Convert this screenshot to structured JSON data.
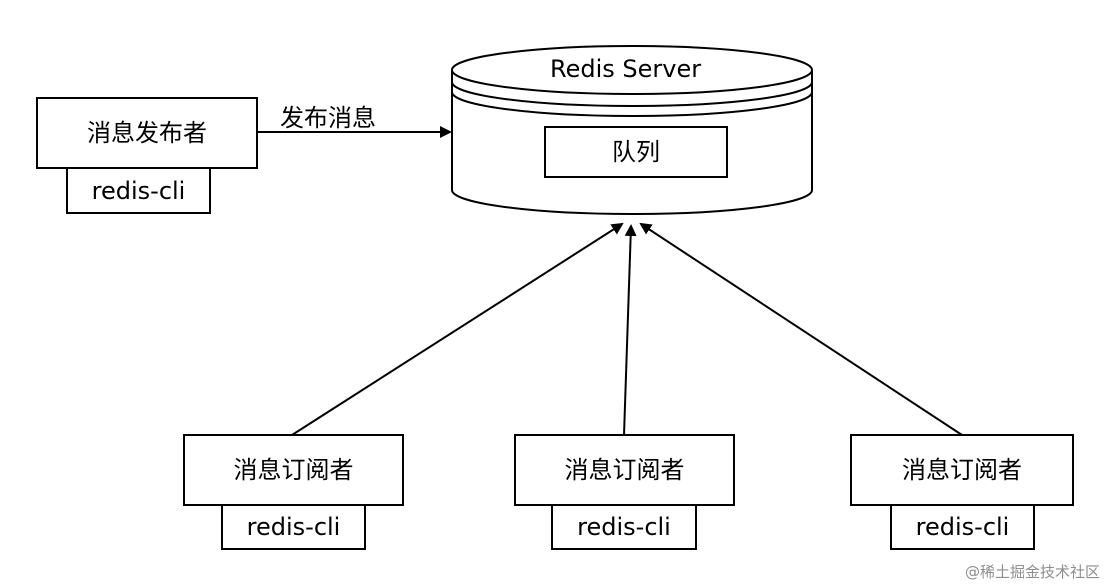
{
  "server": {
    "title": "Redis Server",
    "queue_label": "队列"
  },
  "publisher": {
    "label": "消息发布者",
    "client": "redis-cli",
    "edge_label": "发布消息"
  },
  "subscribers": [
    {
      "label": "消息订阅者",
      "client": "redis-cli"
    },
    {
      "label": "消息订阅者",
      "client": "redis-cli"
    },
    {
      "label": "消息订阅者",
      "client": "redis-cli"
    }
  ],
  "watermark": "@稀土掘金技术社区"
}
